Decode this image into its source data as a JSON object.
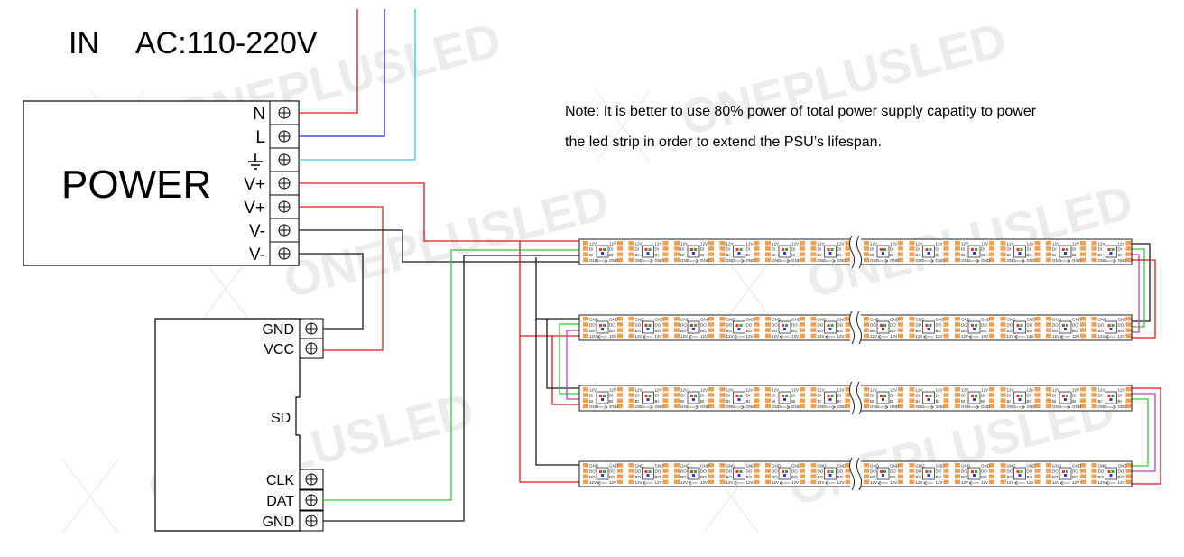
{
  "input": {
    "prefix": "IN",
    "voltage": "AC:110-220V"
  },
  "power_supply": {
    "label": "POWER",
    "terminals": [
      "N",
      "L",
      "",
      "V+",
      "V+",
      "V-",
      "V-"
    ]
  },
  "controller": {
    "terminals_top": [
      "GND",
      "VCC"
    ],
    "sd_label": "SD",
    "terminals_bottom": [
      "CLK",
      "DAT",
      "GND"
    ]
  },
  "note": {
    "line1": "Note: It is better to use 80% power of total power supply capatity to power",
    "line2": "the led strip in order to extend the PSU’s lifespan."
  },
  "pad_labels": {
    "upright": [
      "12V",
      "DI",
      "BI",
      "GND"
    ],
    "flipped": [
      "GND",
      "DO",
      "BO",
      "12V"
    ]
  },
  "watermark": "ONEPLUSLED",
  "colors": {
    "wire_red": "#e01818",
    "wire_blue": "#2424c8",
    "wire_cyan": "#28d0e8",
    "wire_black": "#1a1a1a",
    "wire_green": "#38c838",
    "wire_magenta": "#c040c0",
    "strip_body": "#ffffff",
    "pad": "#f0a050"
  }
}
